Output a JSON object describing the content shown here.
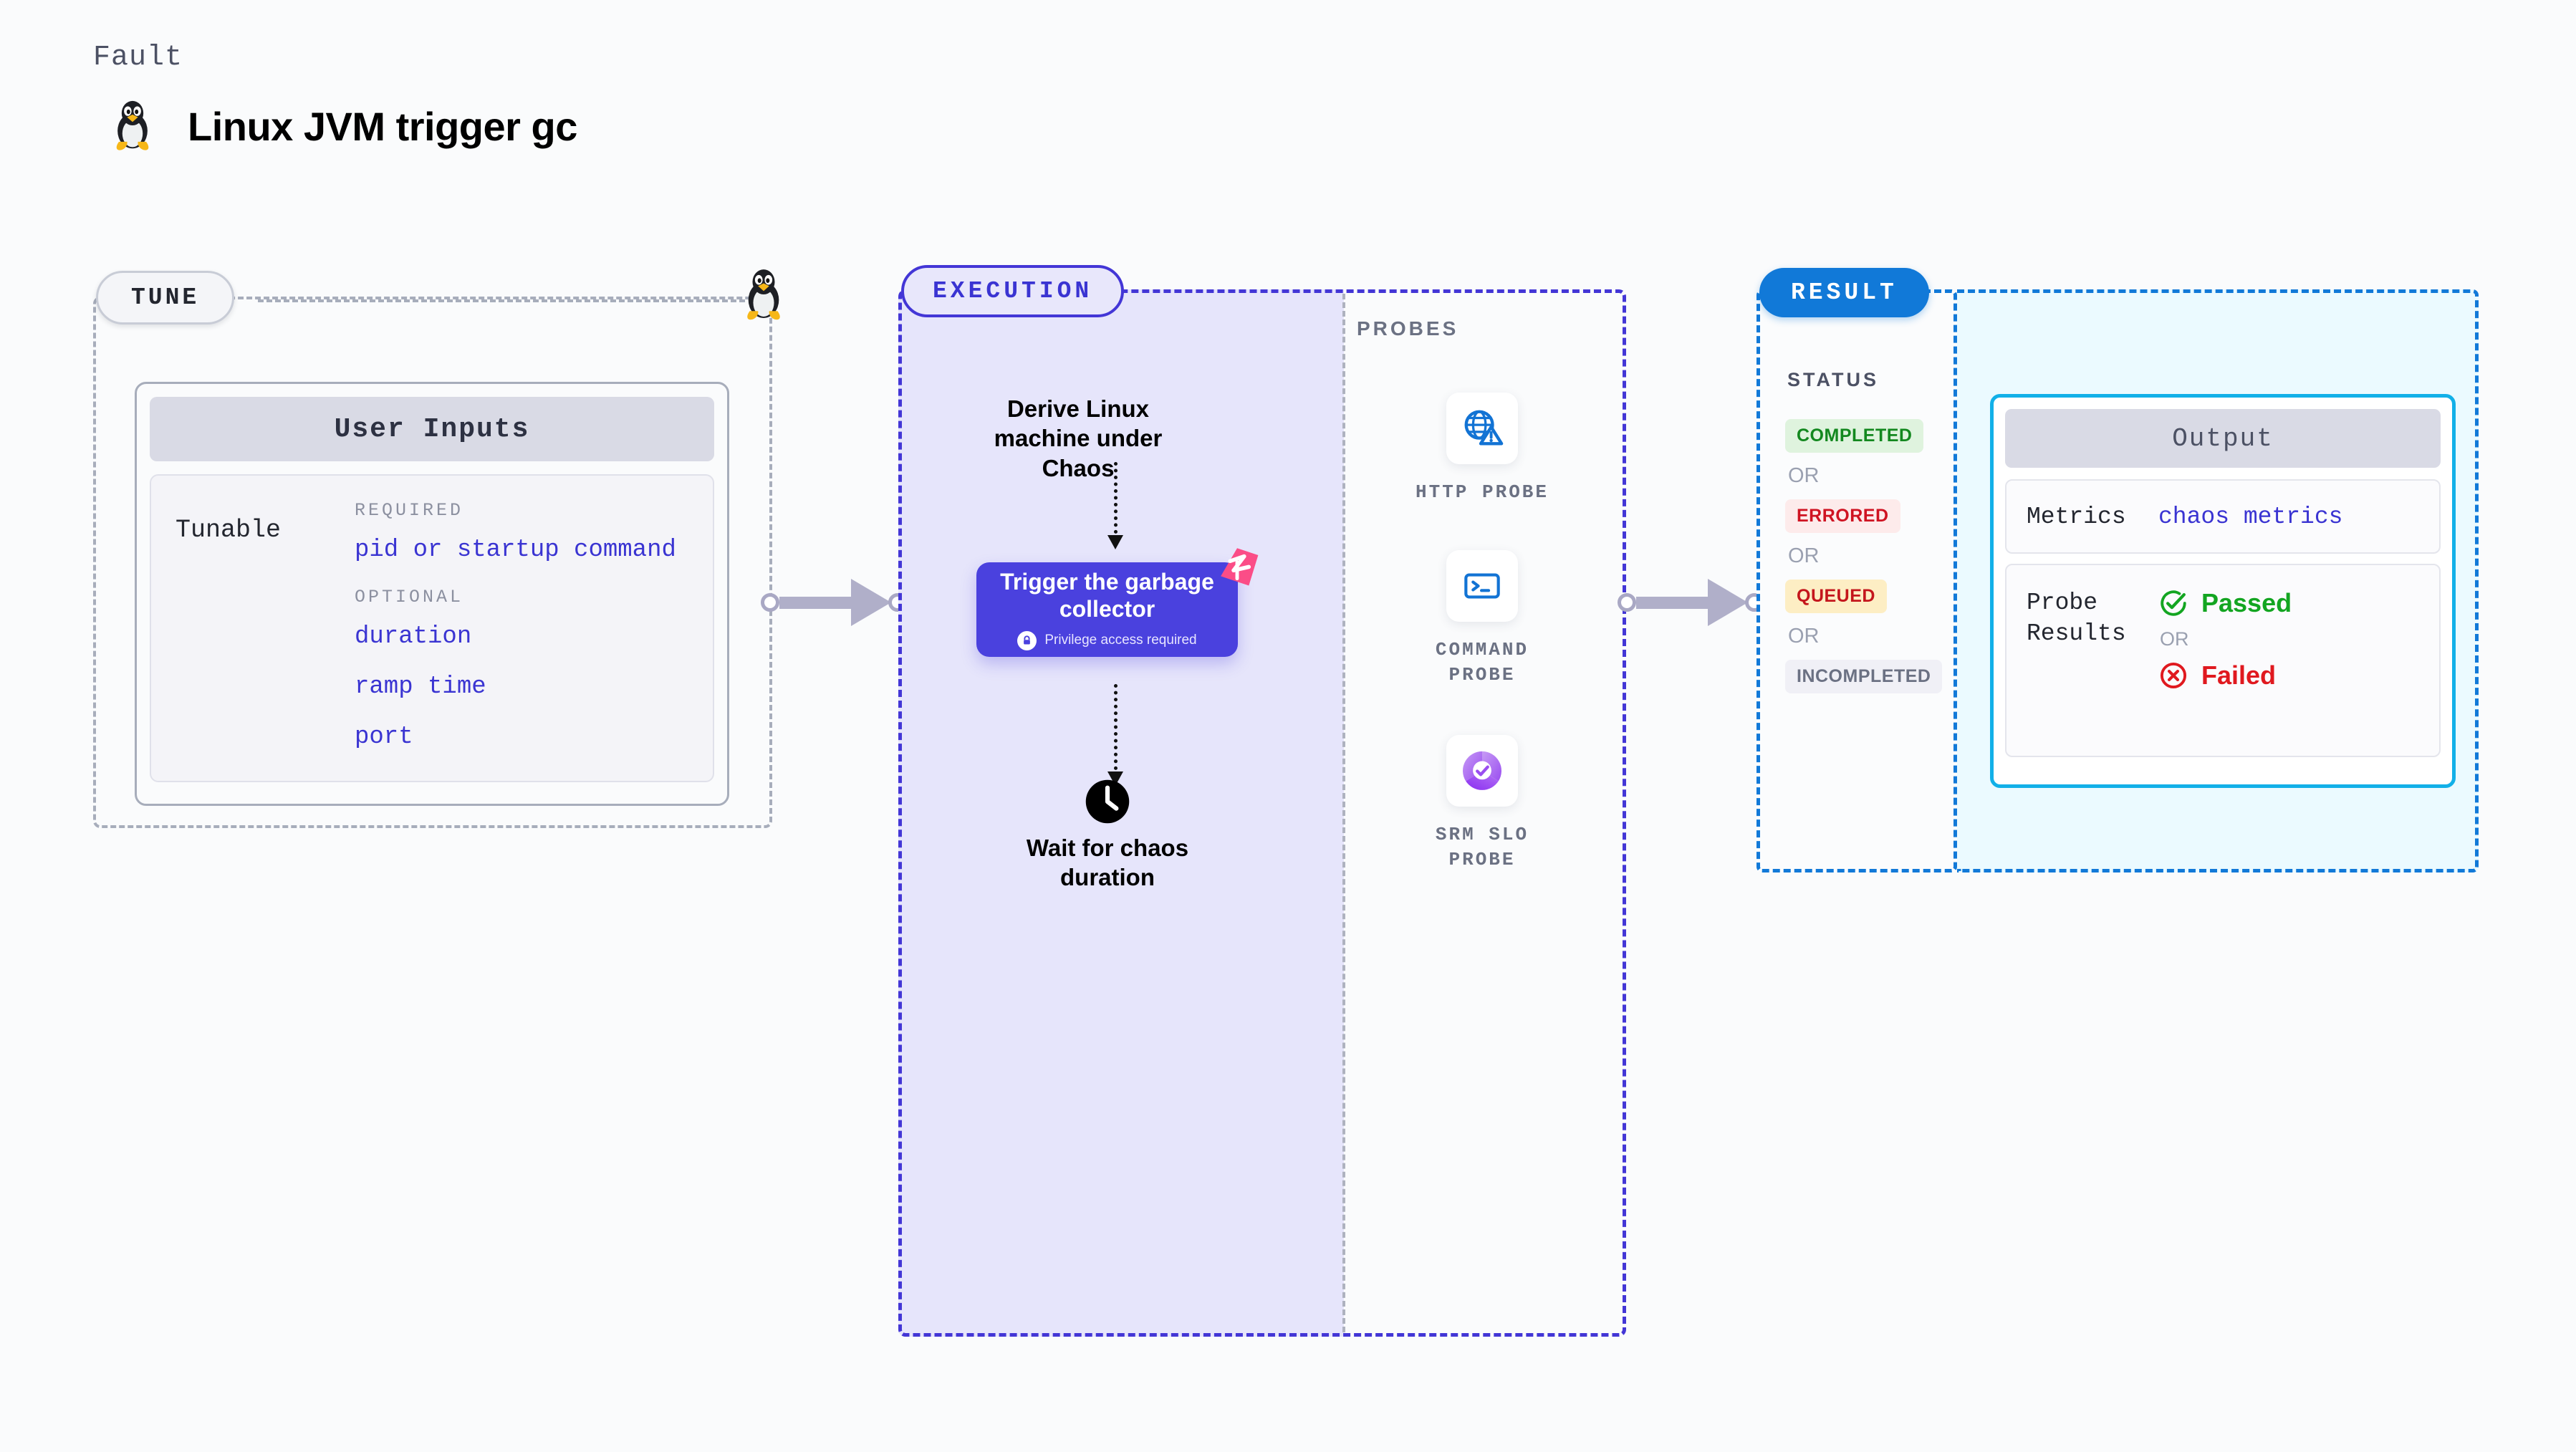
{
  "header": {
    "kicker": "Fault",
    "title": "Linux JVM trigger gc",
    "tux_icon": "linux-penguin-icon"
  },
  "tune": {
    "pill_label": "TUNE",
    "card_header": "User Inputs",
    "tunable_label": "Tunable",
    "groups": [
      {
        "label": "REQUIRED",
        "items": [
          "pid or startup command"
        ]
      },
      {
        "label": "OPTIONAL",
        "items": [
          "duration",
          "ramp time",
          "port"
        ]
      }
    ]
  },
  "execution": {
    "pill_label": "EXECUTION",
    "derive_step": "Derive Linux machine under Chaos",
    "trigger_step": {
      "title": "Trigger the garbage collector",
      "note": "Privilege access required",
      "lock_icon": "lock-icon",
      "badge_icon": "chaos-badge-icon"
    },
    "wait_step": {
      "label": "Wait for chaos duration",
      "icon": "clock-icon"
    }
  },
  "probes": {
    "section_label": "PROBES",
    "items": [
      {
        "label": "HTTP PROBE",
        "icon": "globe-warning-icon"
      },
      {
        "label": "COMMAND PROBE",
        "icon": "terminal-icon"
      },
      {
        "label": "SRM SLO PROBE",
        "icon": "slo-donut-check-icon"
      }
    ]
  },
  "result": {
    "pill_label": "RESULT",
    "status_label": "STATUS",
    "or_label": "OR",
    "statuses": [
      {
        "label": "COMPLETED",
        "color": "#13881f",
        "bg": "#dff3de"
      },
      {
        "label": "ERRORED",
        "color": "#cf1322",
        "bg": "#fdebeb"
      },
      {
        "label": "QUEUED",
        "color": "#c4161c",
        "bg": "#fdeec4"
      },
      {
        "label": "INCOMPLETED",
        "color": "#6b7183",
        "bg": "#f0f0f6"
      }
    ],
    "output": {
      "header": "Output",
      "metrics_label": "Metrics",
      "metrics_value": "chaos metrics",
      "probe_results_label": "Probe Results",
      "passed_label": "Passed",
      "failed_label": "Failed",
      "or_label": "OR",
      "passed_color": "#13a521",
      "failed_color": "#e0191f"
    }
  },
  "colors": {
    "accent_purple": "#4a41de",
    "accent_blue": "#1179d8",
    "accent_cyan": "#12b0e8",
    "muted": "#a7adbb"
  }
}
